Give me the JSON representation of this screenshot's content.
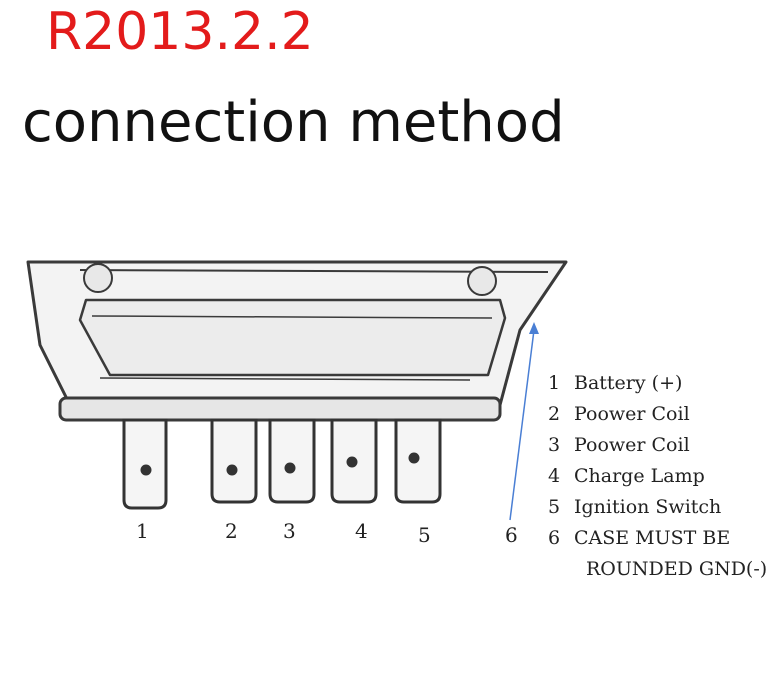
{
  "header": {
    "model_code": "R2013.2.2",
    "title": "connection method"
  },
  "colors": {
    "model_code": "#e31b1b",
    "title": "#111111",
    "ground_arrow": "#4a7fd4"
  },
  "diagram": {
    "terminal_numbers": [
      "1",
      "2",
      "3",
      "4",
      "5",
      "6"
    ]
  },
  "legend": {
    "items": [
      {
        "num": "1",
        "text": "Battery (+)"
      },
      {
        "num": "2",
        "text": "Poower Coil"
      },
      {
        "num": "3",
        "text": "Poower Coil"
      },
      {
        "num": "4",
        "text": "Charge Lamp"
      },
      {
        "num": "5",
        "text": "Ignition Switch"
      },
      {
        "num": "6",
        "text": "CASE MUST BE"
      }
    ],
    "continuation": "ROUNDED GND(-)"
  }
}
